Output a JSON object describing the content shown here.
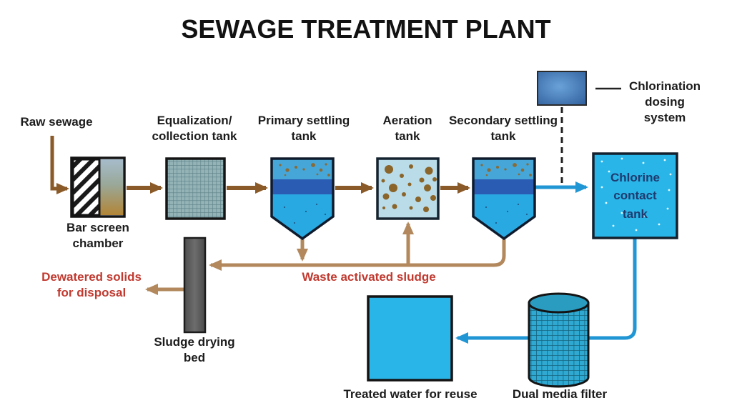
{
  "title": "SEWAGE TREATMENT PLANT",
  "nodes": {
    "raw_sewage": "Raw sewage",
    "bar_screen_chamber": "Bar screen\nchamber",
    "equalization_tank": "Equalization/\ncollection tank",
    "primary_settling_tank": "Primary settling\ntank",
    "aeration_tank": "Aeration\ntank",
    "secondary_settling_tank": "Secondary settling\ntank",
    "chlorination_dosing_system": "Chlorination\ndosing system",
    "chlorine_contact_tank": "Chlorine\ncontact\ntank",
    "sludge_drying_bed": "Sludge drying\nbed",
    "dual_media_filter": "Dual media filter",
    "treated_water": "Treated water for reuse"
  },
  "flows": {
    "waste_activated_sludge": "Waste activated sludge",
    "dewatered_solids": "Dewatered solids\nfor disposal"
  },
  "colors": {
    "flow_arrow_brown": "#8a5a28",
    "sludge_line_tan": "#b2885c",
    "water_line_blue": "#2196d4",
    "tank_cyan": "#29b5e8",
    "tank_layer_light": "#47a6d8",
    "tank_band_blue": "#2b5cb4",
    "aeration_bg": "#badce9",
    "equalization_grid": "#93b3b7",
    "sludge_bed_gray": "#5b5b5b",
    "warning_text_red": "#c13a30"
  }
}
